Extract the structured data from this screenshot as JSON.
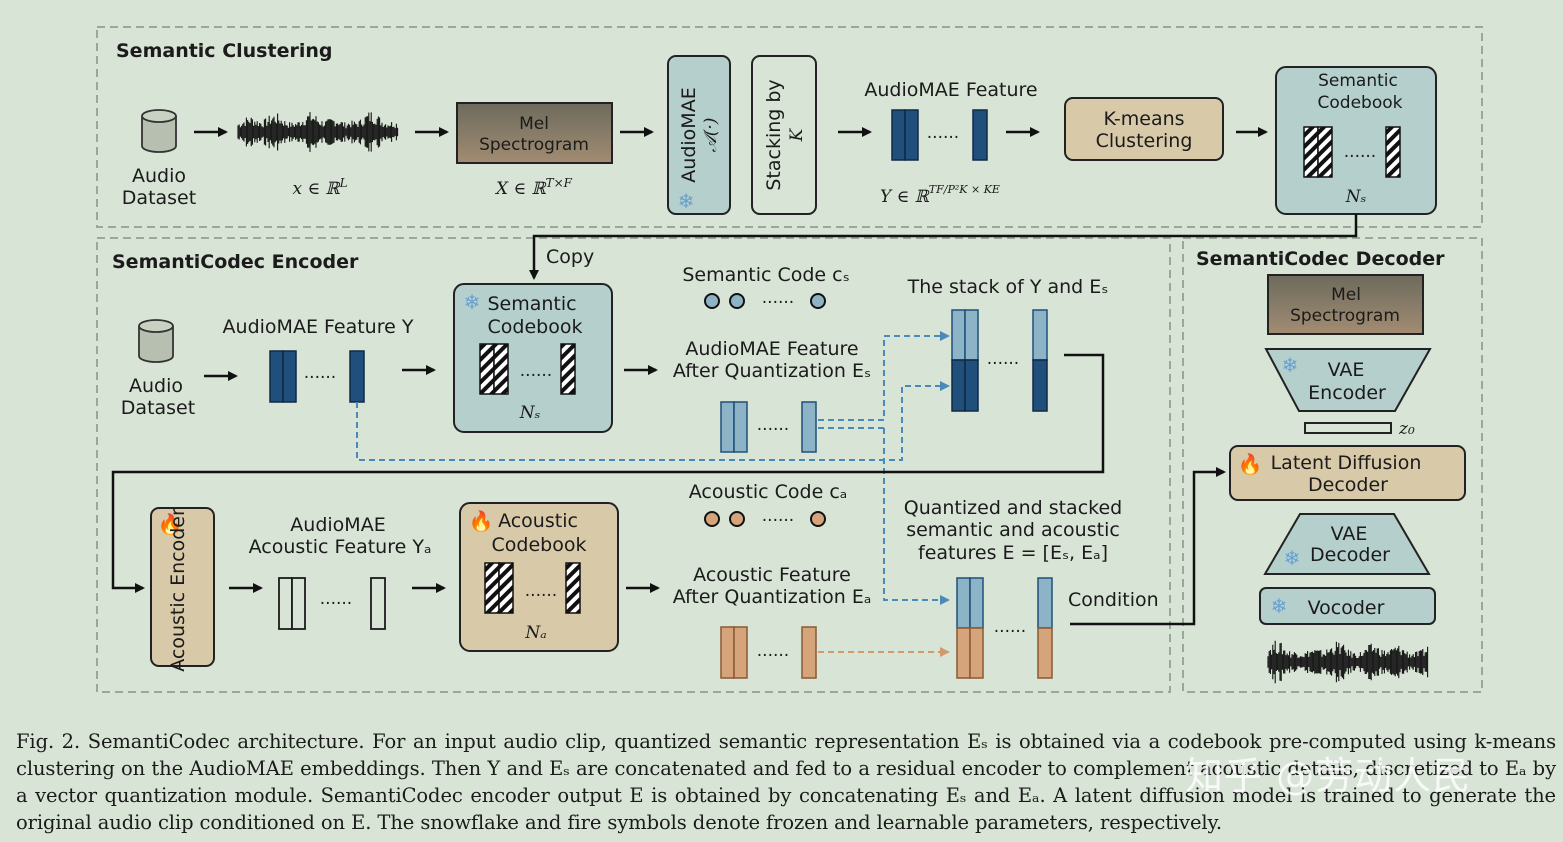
{
  "sections": {
    "clustering": "Semantic Clustering",
    "encoder": "SemantiCodec Encoder",
    "decoder": "SemantiCodec Decoder"
  },
  "row1": {
    "dataset_line1": "Audio",
    "dataset_line2": "Dataset",
    "wave_math": "x ∈ ℝ",
    "wave_sup": "L",
    "mel_line1": "Mel",
    "mel_line2": "Spectrogram",
    "mel_math": "X ∈ ℝ",
    "mel_sup": "T×F",
    "audiomae": "AudioMAE",
    "audiomae_fn": "𝒜(·)",
    "stacking_line1": "Stacking by",
    "stacking_line2": "K",
    "feature_label": "AudioMAE Feature",
    "feature_math": "Y ∈ ℝ",
    "feature_sup": "TF/P²K × KE",
    "kmeans_line1": "K-means",
    "kmeans_line2": "Clustering",
    "codebook_line1": "Semantic",
    "codebook_line2": "Codebook",
    "codebook_ns": "Nₛ"
  },
  "encoder": {
    "copy_label": "Copy",
    "dataset_line1": "Audio",
    "dataset_line2": "Dataset",
    "feature_y": "AudioMAE Feature Y",
    "sem_codebook_line1": "Semantic",
    "sem_codebook_line2": "Codebook",
    "sem_codebook_ns": "Nₛ",
    "semantic_code": "Semantic Code cₛ",
    "quant_line1": "AudioMAE Feature",
    "quant_line2": "After Quantization Eₛ",
    "stack_label": "The stack of Y and Eₛ",
    "acoustic_encoder": "Acoustic Encoder",
    "acoustic_feat_line1": "AudioMAE",
    "acoustic_feat_line2": "Acoustic Feature Yₐ",
    "acoustic_codebook_line1": "Acoustic",
    "acoustic_codebook_line2": "Codebook",
    "acoustic_codebook_na": "Nₐ",
    "acoustic_code": "Acoustic Code cₐ",
    "acoustic_quant_line1": "Acoustic Feature",
    "acoustic_quant_line2": "After Quantization Eₐ",
    "qs_line1": "Quantized and stacked",
    "qs_line2": "semantic and acoustic",
    "qs_line3": "features E = [Eₛ, Eₐ]",
    "condition": "Condition",
    "dots": "......"
  },
  "decoder": {
    "mel_line1": "Mel",
    "mel_line2": "Spectrogram",
    "vae_enc_line1": "VAE",
    "vae_enc_line2": "Encoder",
    "z0": "z₀",
    "ldm_line1": "Latent Diffusion",
    "ldm_line2": "Decoder",
    "vae_dec_line1": "VAE",
    "vae_dec_line2": "Decoder",
    "vocoder": "Vocoder"
  },
  "caption": {
    "text": "Fig. 2.   SemantiCodec architecture. For an input audio clip, quantized semantic representation Eₛ is obtained via a codebook pre-computed using k-means clustering on the AudioMAE embeddings. Then Y and Eₛ are concatenated and fed to a residual encoder to complement acoustic details, discretized to Eₐ by a vector quantization module. SemantiCodec encoder output E is obtained by concatenating Eₛ and Eₐ. A latent diffusion model is trained to generate the original audio clip conditioned on E. The snowflake and fire symbols denote frozen and learnable parameters, respectively."
  },
  "watermark": "知乎 @劳动人民",
  "colors": {
    "background": "#d8e4d6",
    "semantic_blue": "#1f4f7a",
    "light_blue": "#8db3c7",
    "codebook_fill": "#b4cfcc",
    "tan": "#d8c9a8",
    "orange": "#d6a47a",
    "dashed_blue": "#4a8ab8",
    "dashed_orange": "#d29a6a"
  },
  "icons": [
    "database-icon",
    "waveform-icon",
    "snowflake-icon",
    "fire-icon"
  ]
}
